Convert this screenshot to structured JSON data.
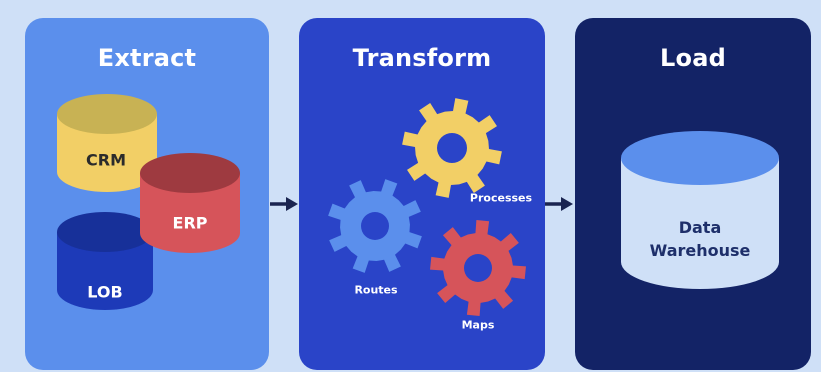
{
  "stages": [
    {
      "title": "Extract",
      "color": "#5b8fec"
    },
    {
      "title": "Transform",
      "color": "#2a44c8"
    },
    {
      "title": "Load",
      "color": "#132366"
    }
  ],
  "sources": [
    {
      "label": "CRM",
      "color": "#f2cf66"
    },
    {
      "label": "ERP",
      "color": "#d6545a"
    },
    {
      "label": "LOB",
      "color": "#1d3ab8"
    }
  ],
  "gears": [
    {
      "label": "Processes",
      "color": "#f2cf66"
    },
    {
      "label": "Routes",
      "color": "#5b8fec"
    },
    {
      "label": "Maps",
      "color": "#d6545a"
    }
  ],
  "target": {
    "line1": "Data",
    "line2": "Warehouse",
    "color": "#cfe0f7",
    "top_color": "#5b8fec"
  },
  "arrow_color": "#1a2450"
}
